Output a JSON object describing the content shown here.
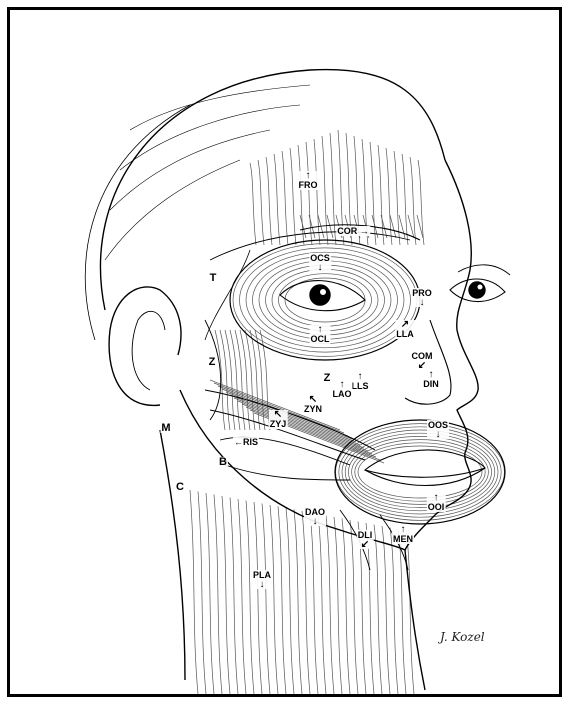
{
  "labels": [
    {
      "id": "fro",
      "text": "FRO",
      "arrow": "↑",
      "arrow_pos": "above"
    },
    {
      "id": "cor",
      "text": "COR",
      "arrow": "→",
      "arrow_pos": "right"
    },
    {
      "id": "ocs",
      "text": "OCS",
      "arrow": "↓",
      "arrow_pos": "below"
    },
    {
      "id": "pro",
      "text": "PRO",
      "arrow": "↓",
      "arrow_pos": "below"
    },
    {
      "id": "ocl",
      "text": "OCL",
      "arrow": "↑",
      "arrow_pos": "above"
    },
    {
      "id": "lla",
      "text": "LLA",
      "arrow": "↗",
      "arrow_pos": "above"
    },
    {
      "id": "com",
      "text": "COM",
      "arrow": "↙",
      "arrow_pos": "below"
    },
    {
      "id": "din",
      "text": "DIN",
      "arrow": "↑",
      "arrow_pos": "above"
    },
    {
      "id": "lls",
      "text": "LLS",
      "arrow": "↑",
      "arrow_pos": "above"
    },
    {
      "id": "lao",
      "text": "LAO",
      "arrow": "↑",
      "arrow_pos": "above"
    },
    {
      "id": "zyn",
      "text": "ZYN",
      "arrow": "↖",
      "arrow_pos": "above"
    },
    {
      "id": "zyj",
      "text": "ZYJ",
      "arrow": "↖",
      "arrow_pos": "above"
    },
    {
      "id": "ris",
      "text": "RIS",
      "arrow": "←",
      "arrow_pos": "left"
    },
    {
      "id": "oos",
      "text": "OOS",
      "arrow": "↓",
      "arrow_pos": "below"
    },
    {
      "id": "dao",
      "text": "DAO",
      "arrow": "↓",
      "arrow_pos": "below"
    },
    {
      "id": "ooi",
      "text": "OOI",
      "arrow": "↑",
      "arrow_pos": "above"
    },
    {
      "id": "dli",
      "text": "DLI",
      "arrow": "↙",
      "arrow_pos": "below"
    },
    {
      "id": "men",
      "text": "MEN",
      "arrow": "↑",
      "arrow_pos": "above"
    },
    {
      "id": "pla",
      "text": "PLA",
      "arrow": "↓",
      "arrow_pos": "below"
    }
  ],
  "regions": {
    "t": "T",
    "z1": "Z",
    "z2": "Z",
    "m": "M",
    "b": "B",
    "c": "C"
  },
  "signature": "J. Kozel"
}
